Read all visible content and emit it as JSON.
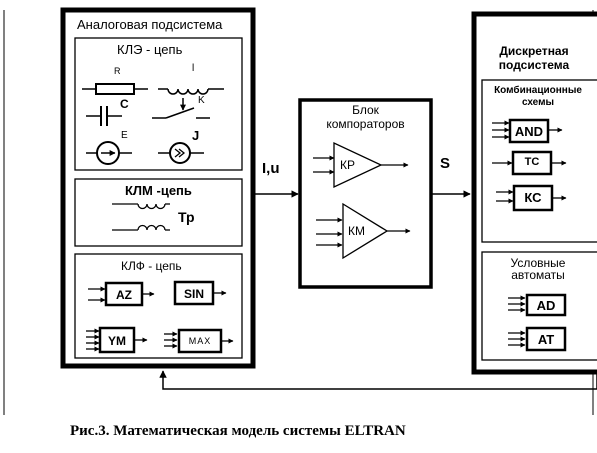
{
  "analog": {
    "title": "Аналоговая подсистема",
    "kle": {
      "title": "КЛЭ - цепь",
      "r": "R",
      "l": "l",
      "c": "C",
      "k": "K",
      "e": "E",
      "j": "J"
    },
    "klm": {
      "title": "КЛМ -цепь",
      "tr": "Тр"
    },
    "klf": {
      "title": "КЛФ - цепь",
      "az": "AZ",
      "sin": "SIN",
      "ym": "YM",
      "max": "MAX"
    }
  },
  "signals": {
    "iu": "I,u",
    "s": "S"
  },
  "comparators": {
    "title_line1": "Блок",
    "title_line2": "компораторов",
    "kp": "КР",
    "km": "КМ"
  },
  "discrete": {
    "title_line1": "Дискретная",
    "title_line2": "подсистема",
    "combinational": {
      "title_line1": "Комбинационные",
      "title_line2": "схемы",
      "and": "AND",
      "tc": "ТС",
      "kc": "КС"
    },
    "automata": {
      "title_line1": "Условные",
      "title_line2": "автоматы",
      "ad": "AD",
      "at": "AT"
    }
  },
  "caption": "Рис.3. Математическая модель системы ELTRAN",
  "colors": {
    "ink": "#000000",
    "paper": "#ffffff"
  }
}
